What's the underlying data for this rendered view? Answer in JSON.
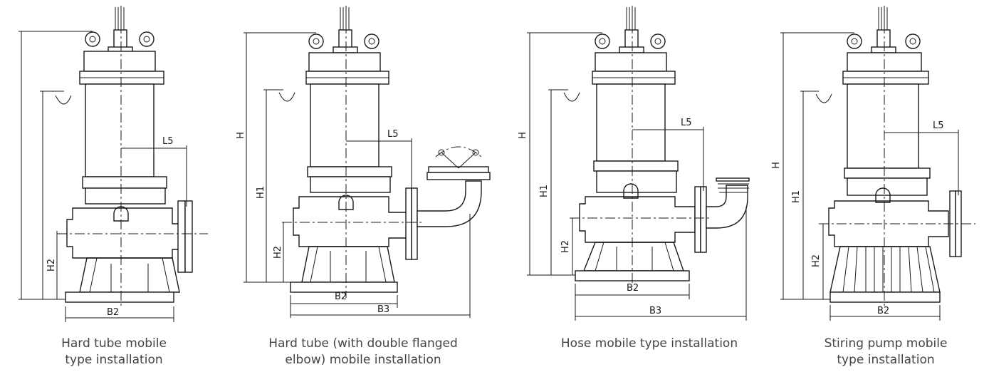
{
  "figures": [
    {
      "caption_lines": [
        "Hard tube mobile",
        "type installation"
      ],
      "dims": {
        "height_main": "",
        "h1": "",
        "h2": "H2",
        "l5": "L5",
        "b2": "B2",
        "b3": ""
      }
    },
    {
      "caption_lines": [
        "Hard tube (with double flanged",
        "elbow) mobile installation"
      ],
      "dims": {
        "height_main": "H",
        "h1": "H1",
        "h2": "H2",
        "l5": "L5",
        "b2": "B2",
        "b3": "B3"
      }
    },
    {
      "caption_lines": [
        "Hose mobile type installation",
        ""
      ],
      "dims": {
        "height_main": "H",
        "h1": "H1",
        "h2": "H2",
        "l5": "L5",
        "b2": "B2",
        "b3": "B3"
      }
    },
    {
      "caption_lines": [
        "Stiring pump mobile",
        "type installation"
      ],
      "dims": {
        "height_main": "H",
        "h1": "H1",
        "h2": "H2",
        "l5": "L5",
        "b2": "B2",
        "b3": ""
      }
    }
  ]
}
